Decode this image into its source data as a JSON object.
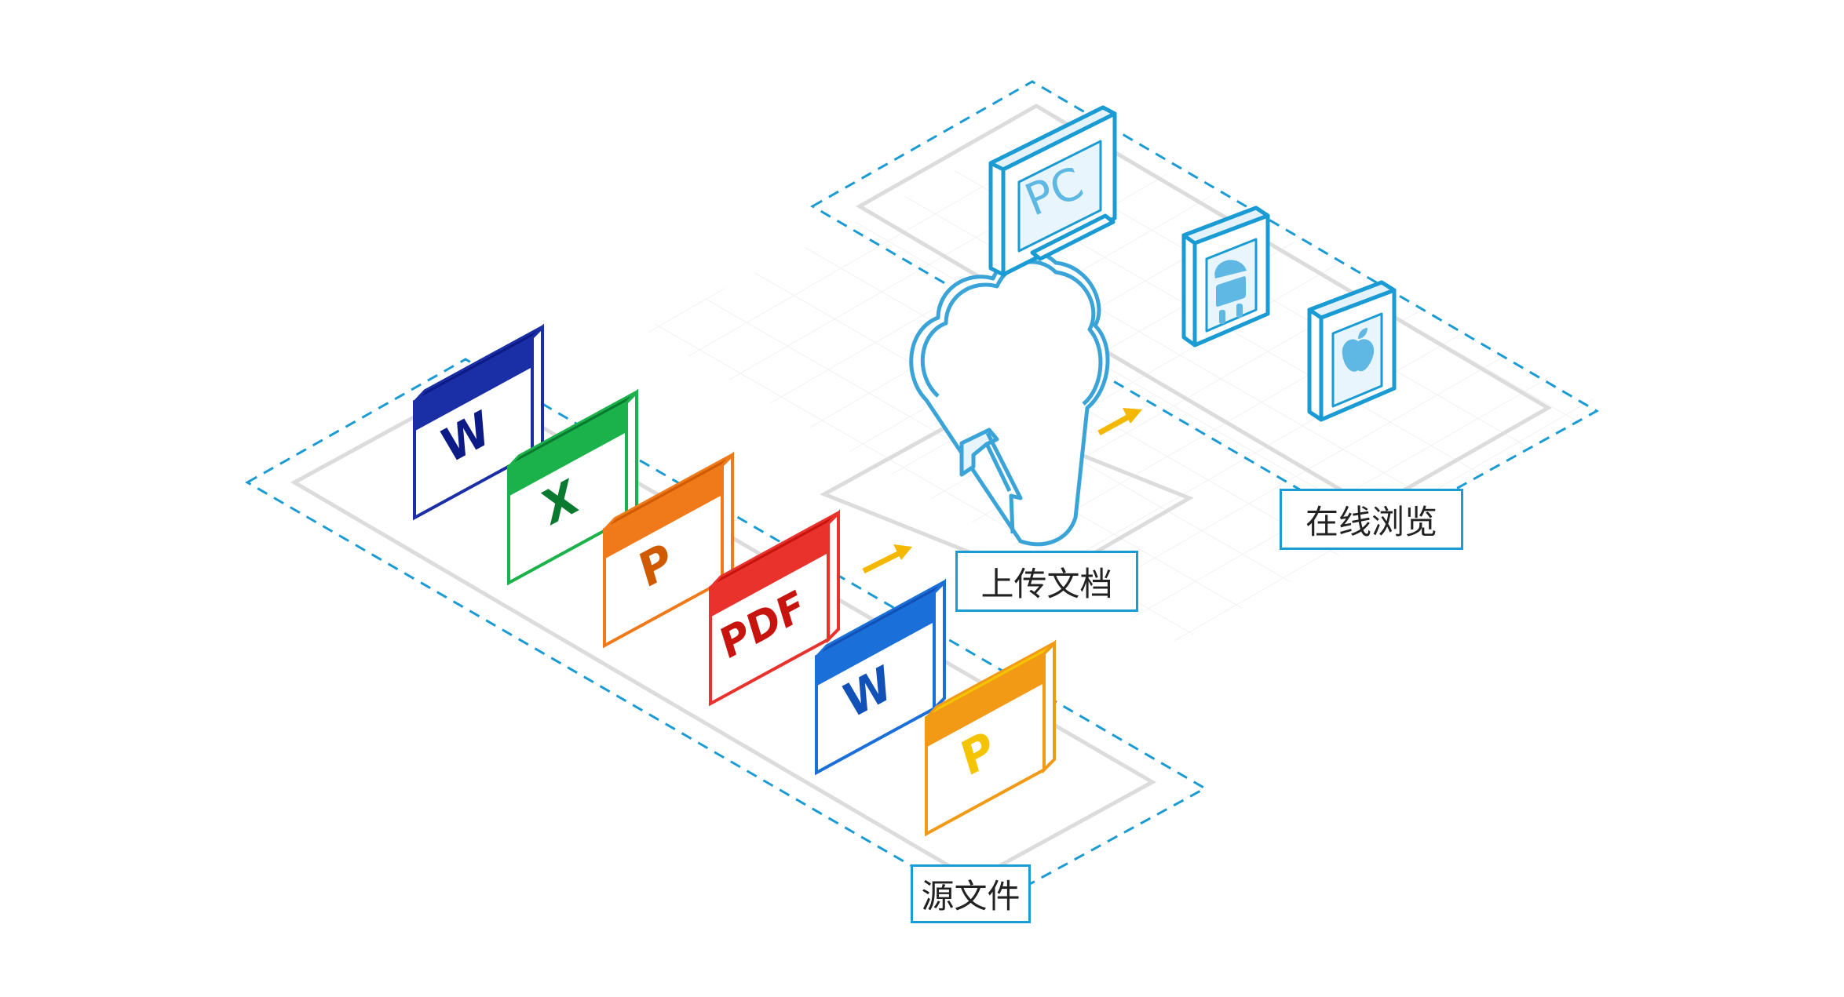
{
  "labels": {
    "source_files": "源文件",
    "upload_docs": "上传文档",
    "online_preview": "在线浏览"
  },
  "files": [
    {
      "letter": "W",
      "color": "#1a2ea6",
      "dark": "#0d1b86"
    },
    {
      "letter": "X",
      "color": "#1bb24b",
      "dark": "#0b7a31"
    },
    {
      "letter": "P",
      "color": "#f07a1a",
      "dark": "#d05a00"
    },
    {
      "letter": "PDF",
      "color": "#e8322b",
      "dark": "#c8140e"
    },
    {
      "letter": "W",
      "color": "#1b6fd8",
      "dark": "#1252b8"
    },
    {
      "letter": "P",
      "color": "#f29a16",
      "dark": "#f5c400"
    }
  ],
  "devices": {
    "pc_label": "PC",
    "android_icon": "android-icon",
    "apple_icon": "apple-icon"
  },
  "colors": {
    "accent": "#1b9bd3",
    "arrow": "#f5b800",
    "cloud": "#3aa4d8"
  }
}
